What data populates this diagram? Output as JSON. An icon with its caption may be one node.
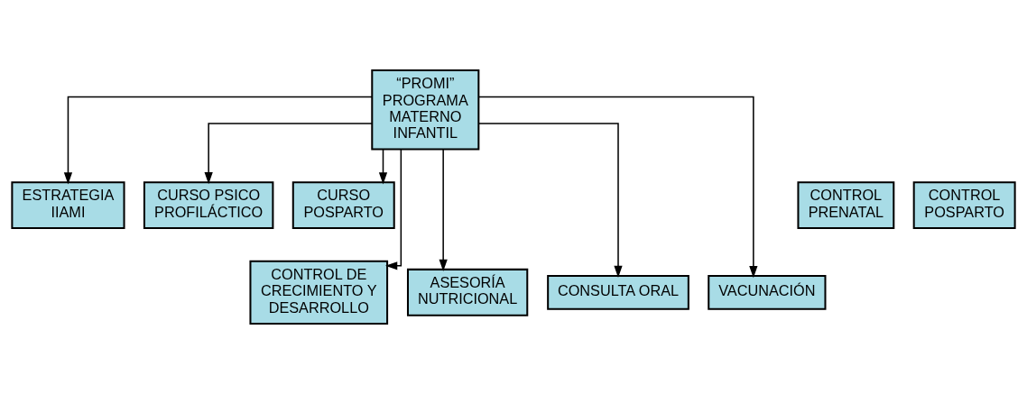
{
  "diagram": {
    "nodes": [
      {
        "text": [
          "“PROMI” PROGRAMA MATERNO INFANTIL"
        ]
      },
      {
        "text": [
          "ESTRATEGIA IIAMI"
        ]
      },
      {
        "text": [
          "CONTROL PRENATAL"
        ]
      },
      {
        "text": [
          "CURSO PSICO PROFILÁCTICO"
        ]
      },
      {
        "text": [
          "CONTROL POSPARTO"
        ]
      },
      {
        "text": [
          "CURSO POSPARTO"
        ]
      },
      {
        "text": [
          "CONTROL DE CRECIMIENTO Y DESARROLLO"
        ]
      },
      {
        "text": [
          "ASESORÍA NUTRICIONAL"
        ]
      },
      {
        "text": [
          "CONSULTA ORAL"
        ]
      },
      {
        "text": [
          "VACUNACIÓN"
        ]
      }
    ],
    "edges": [
      {
        "from": 0,
        "to": 1,
        "arrow": "to"
      },
      {
        "from": 0,
        "to": 6,
        "arrow": "to"
      },
      {
        "from": 0,
        "to": 7,
        "arrow": "to"
      },
      {
        "from": 0,
        "to": 3,
        "arrow": "to"
      },
      {
        "from": 0,
        "to": 8,
        "arrow": "to"
      },
      {
        "from": 0,
        "to": 9,
        "arrow": "to"
      },
      {
        "from": 0,
        "to": 5,
        "arrow": "to"
      }
    ]
  }
}
